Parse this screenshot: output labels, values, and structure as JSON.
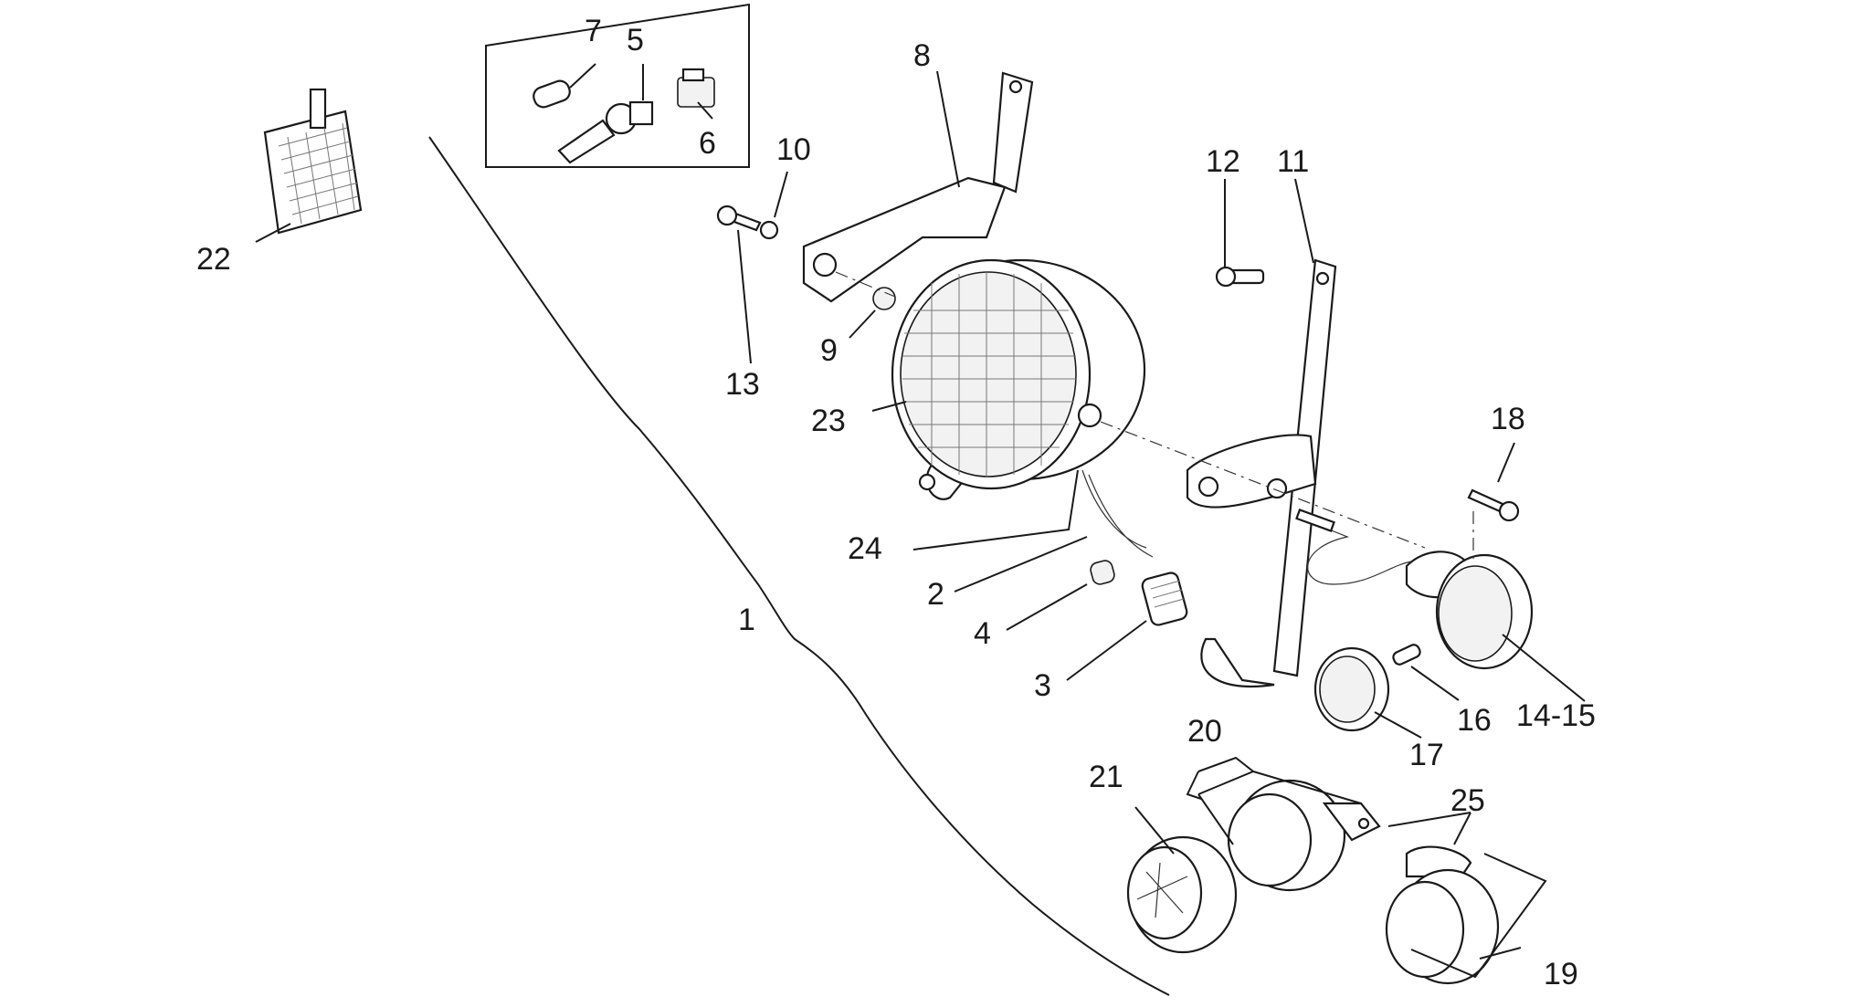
{
  "callouts": {
    "c1": "1",
    "c2": "2",
    "c3": "3",
    "c4": "4",
    "c5": "5",
    "c6": "6",
    "c7": "7",
    "c8": "8",
    "c9": "9",
    "c10": "10",
    "c11": "11",
    "c12": "12",
    "c13": "13",
    "c14_15": "14-15",
    "c16": "16",
    "c17": "17",
    "c18": "18",
    "c19": "19",
    "c20": "20",
    "c21": "21",
    "c22": "22",
    "c23": "23",
    "c24": "24",
    "c25": "25"
  }
}
